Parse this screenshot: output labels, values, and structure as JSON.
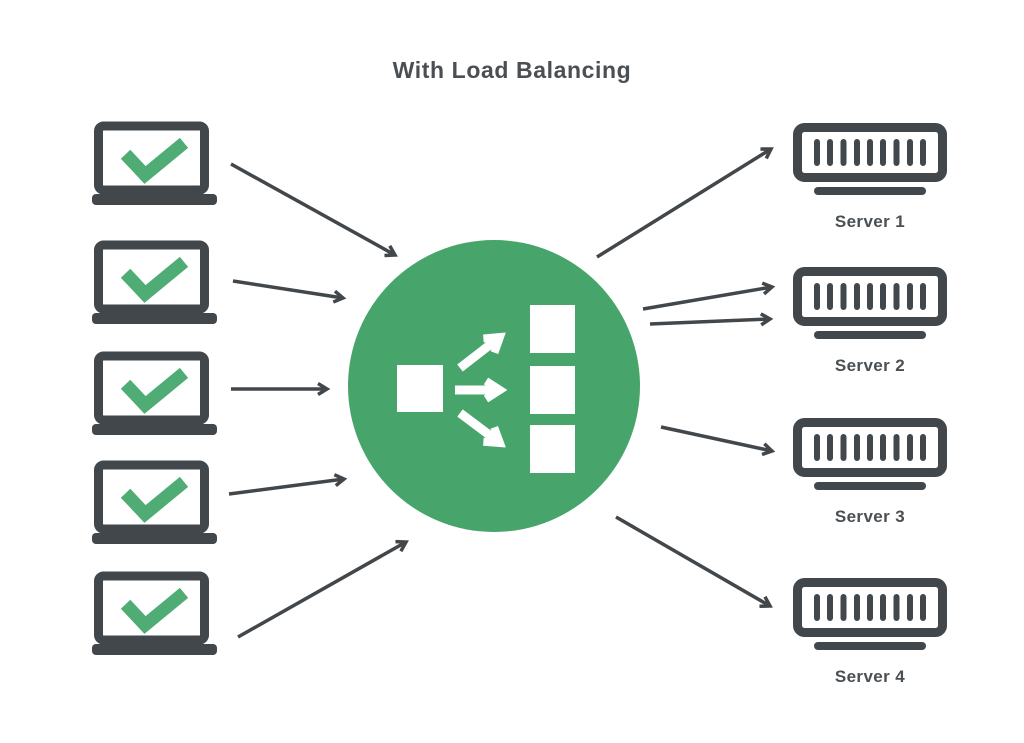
{
  "title": "With Load Balancing",
  "colors": {
    "accent_green": "#47A56C",
    "check_green": "#4EAC74",
    "outline_dark": "#42474B",
    "label_text": "#4A4F53",
    "icon_white": "#FFFFFF",
    "background": "#FFFFFF"
  },
  "clients": [
    {
      "icon": "laptop-check-icon"
    },
    {
      "icon": "laptop-check-icon"
    },
    {
      "icon": "laptop-check-icon"
    },
    {
      "icon": "laptop-check-icon"
    },
    {
      "icon": "laptop-check-icon"
    }
  ],
  "load_balancer": {
    "icon": "load-balancer-icon"
  },
  "servers": [
    {
      "label": "Server 1",
      "icon": "server-icon"
    },
    {
      "label": "Server 2",
      "icon": "server-icon"
    },
    {
      "label": "Server 3",
      "icon": "server-icon"
    },
    {
      "label": "Server 4",
      "icon": "server-icon"
    }
  ],
  "edges": [
    {
      "from": "client-1",
      "to": "load-balancer"
    },
    {
      "from": "client-2",
      "to": "load-balancer"
    },
    {
      "from": "client-3",
      "to": "load-balancer"
    },
    {
      "from": "client-4",
      "to": "load-balancer"
    },
    {
      "from": "client-5",
      "to": "load-balancer"
    },
    {
      "from": "load-balancer",
      "to": "server-1"
    },
    {
      "from": "load-balancer",
      "to": "server-2"
    },
    {
      "from": "load-balancer",
      "to": "server-2"
    },
    {
      "from": "load-balancer",
      "to": "server-3"
    },
    {
      "from": "load-balancer",
      "to": "server-4"
    }
  ]
}
